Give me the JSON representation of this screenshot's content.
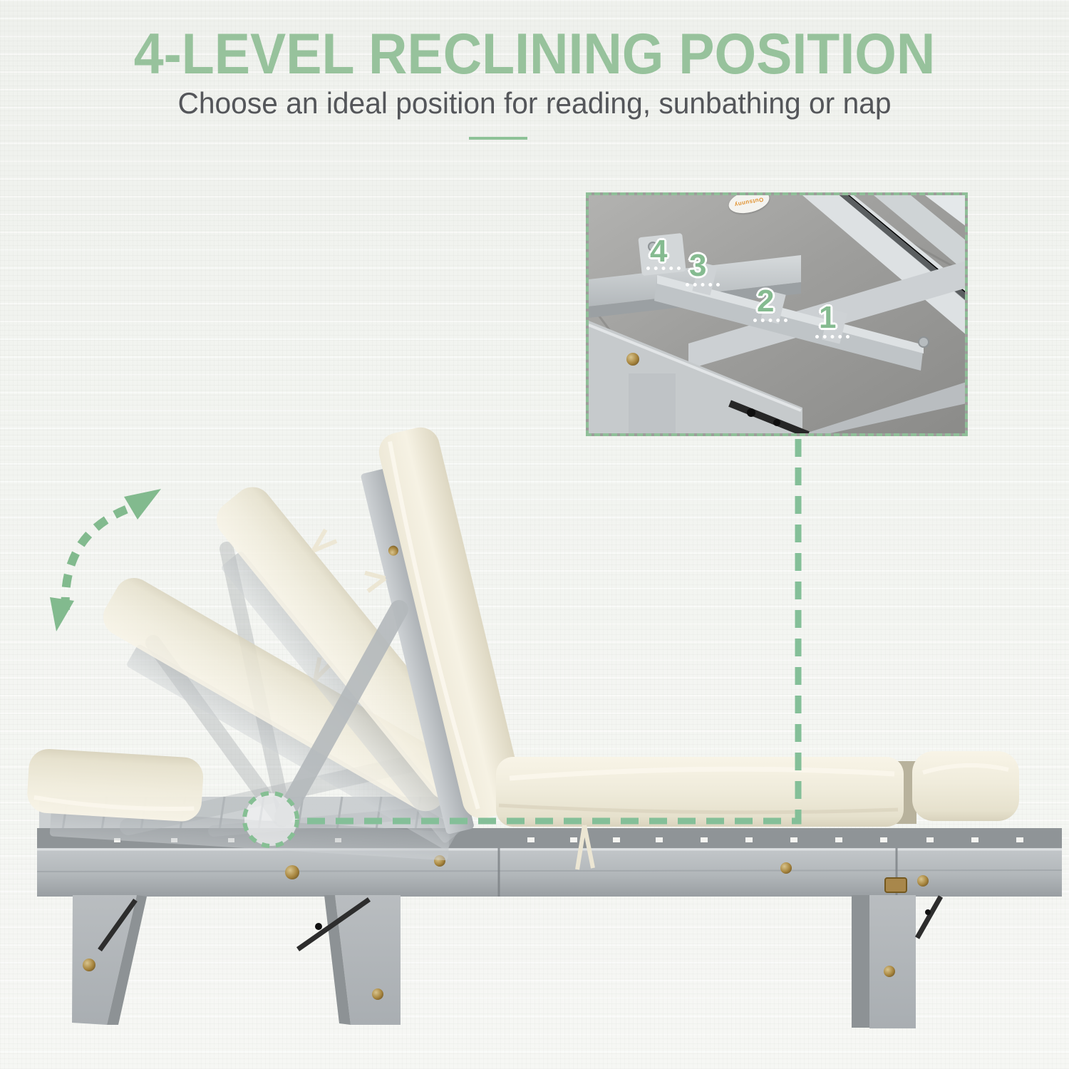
{
  "header": {
    "title": "4-LEVEL RECLINING POSITION",
    "subtitle": "Choose an ideal position for reading, sunbathing or nap",
    "title_color": "#97c29c",
    "subtitle_color": "#54565a"
  },
  "inset": {
    "positions": [
      {
        "label": "4"
      },
      {
        "label": "3"
      },
      {
        "label": "2"
      },
      {
        "label": "1"
      }
    ],
    "logo_text": "Outsunny",
    "border_color": "#8fbf98"
  },
  "annotation": {
    "accent_green": "#84bf98",
    "arrow_green": "#82ba8e",
    "divider_green": "#8ec297"
  }
}
